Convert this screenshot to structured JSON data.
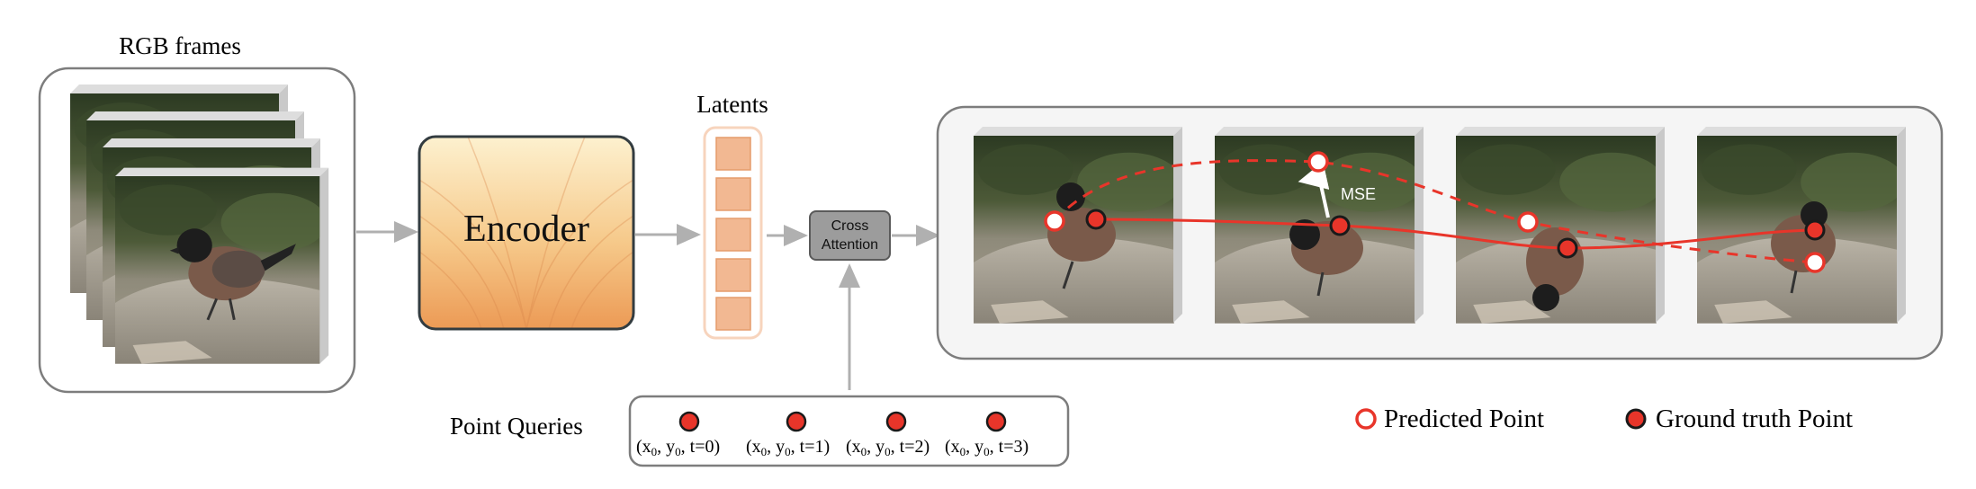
{
  "rgb": {
    "title": "RGB frames"
  },
  "encoder": {
    "label": "Encoder"
  },
  "latents": {
    "title": "Latents"
  },
  "cross": {
    "line1": "Cross",
    "line2": "Attention"
  },
  "queries": {
    "title": "Point Queries",
    "items": [
      {
        "x": "x",
        "xsub": "0",
        "y": "y",
        "ysub": "0",
        "t": "t=0"
      },
      {
        "x": "x",
        "xsub": "0",
        "y": "y",
        "ysub": "0",
        "t": "t=1"
      },
      {
        "x": "x",
        "xsub": "0",
        "y": "y",
        "ysub": "0",
        "t": "t=2"
      },
      {
        "x": "x",
        "xsub": "0",
        "y": "y",
        "ysub": "0",
        "t": "t=3"
      }
    ]
  },
  "mse": {
    "label": "MSE"
  },
  "legend": {
    "predicted": "Predicted Point",
    "ground_truth": "Ground truth Point"
  },
  "colors": {
    "track_red": "#e8352a",
    "panel_border": "#7d7d7d",
    "encoder_border": "#333c40",
    "latent_cell": "#f2b892",
    "cross_fill": "#9c9c9c"
  }
}
